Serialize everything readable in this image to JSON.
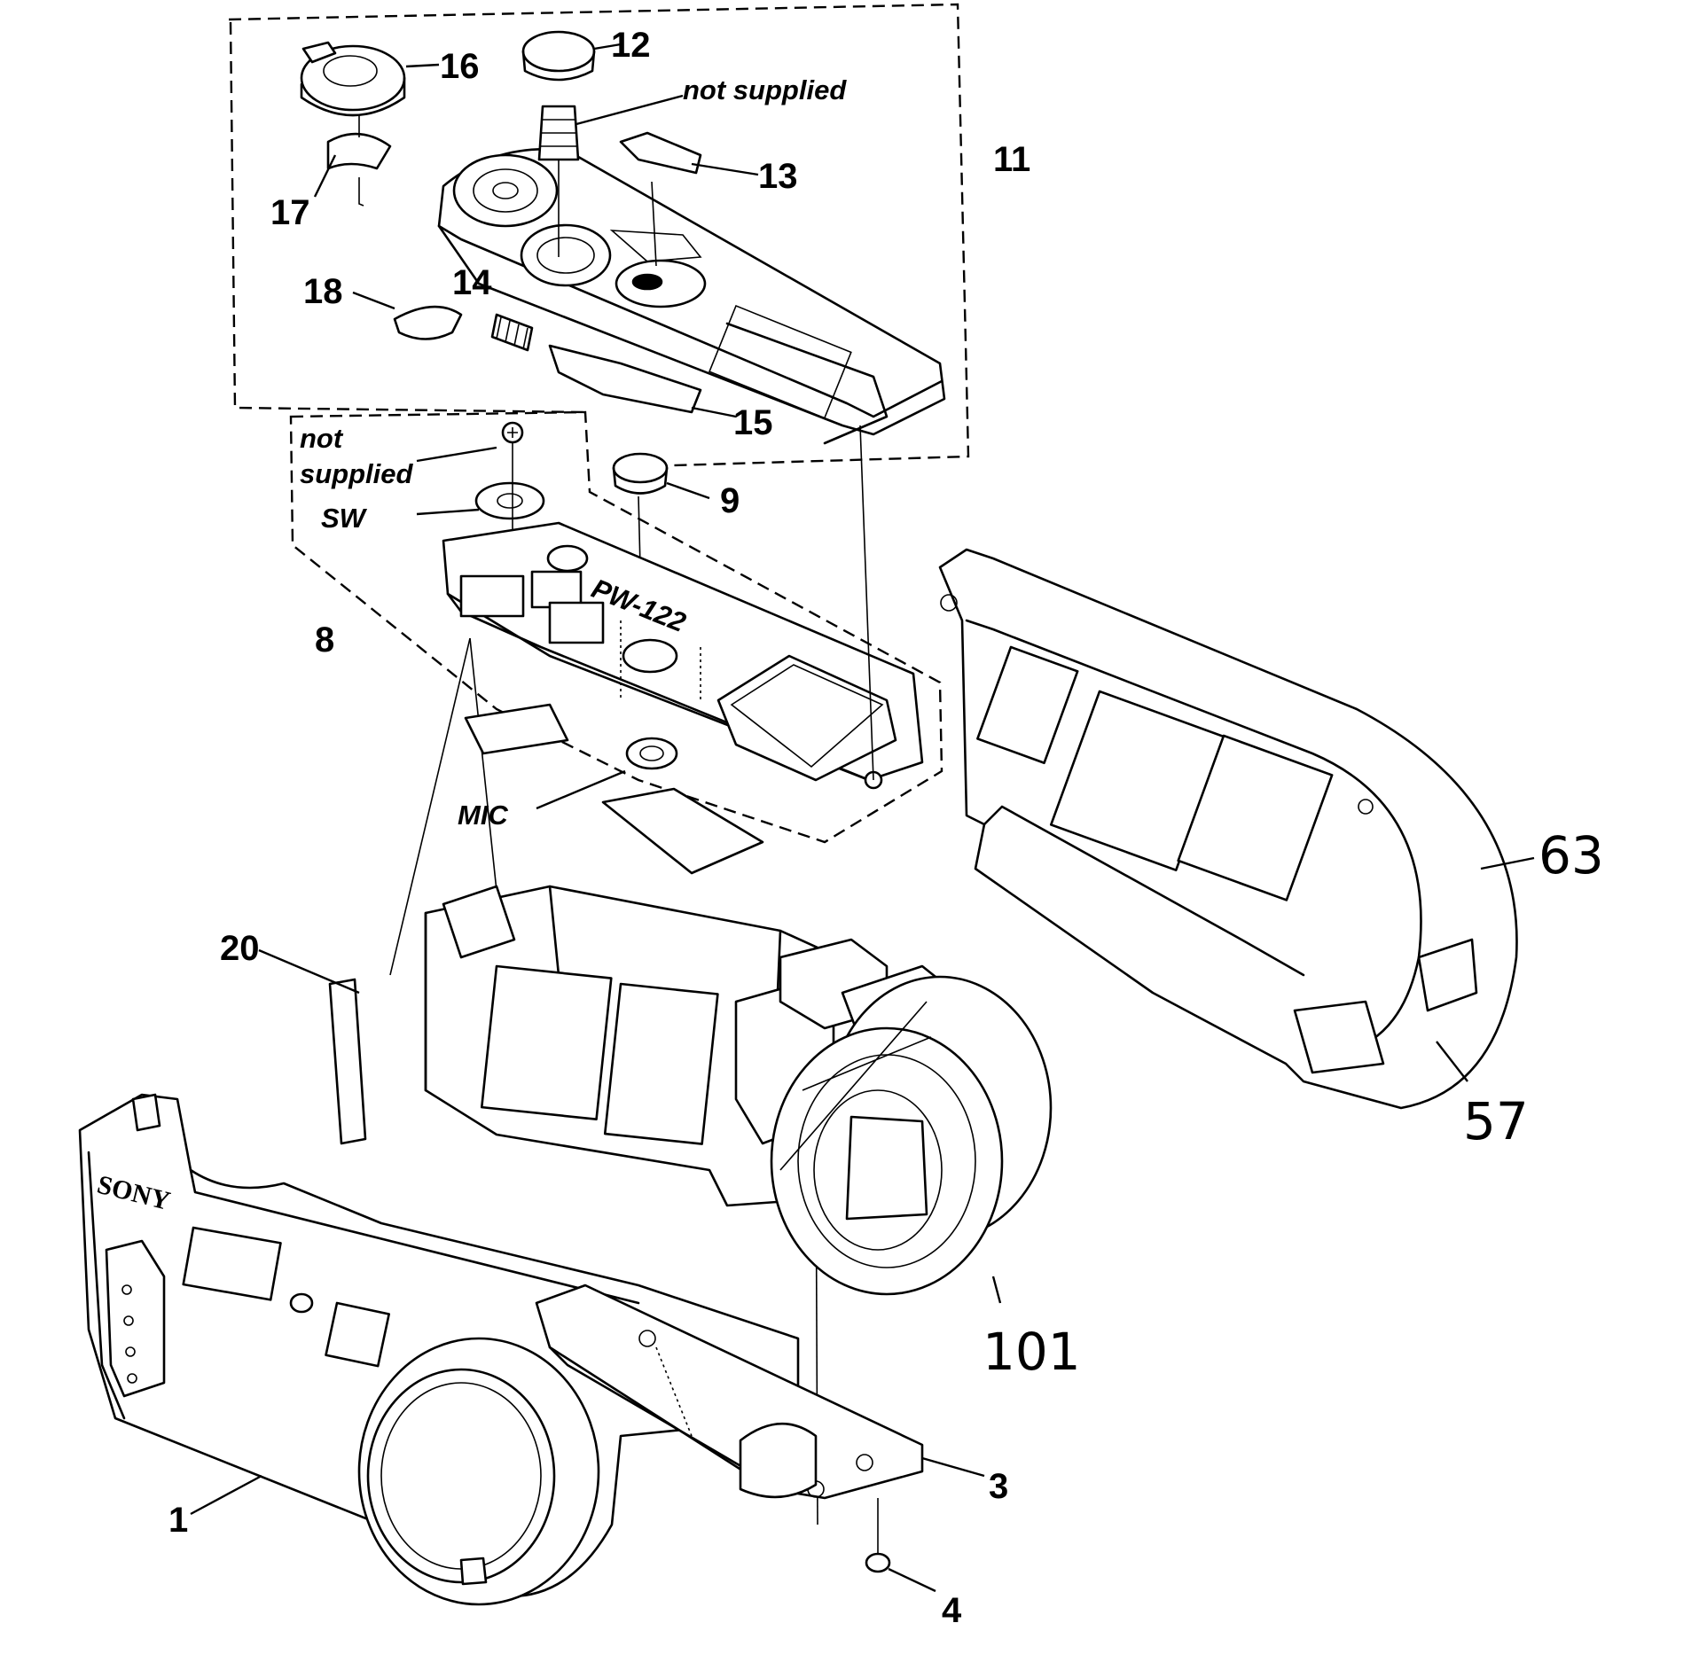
{
  "diagram": {
    "callouts": {
      "c1": "1",
      "c3": "3",
      "c4": "4",
      "c8": "8",
      "c9": "9",
      "c11": "11",
      "c12": "12",
      "c13": "13",
      "c14": "14",
      "c15": "15",
      "c16": "16",
      "c17": "17",
      "c18": "18",
      "c20": "20",
      "c57": "57",
      "c63": "63",
      "c101": "101"
    },
    "labels": {
      "not_supplied_top": "not supplied",
      "not_supplied_left_1": "not",
      "not_supplied_left_2": "supplied",
      "sw": "SW",
      "mic": "MIC",
      "board": "PW-122",
      "brand": "SONY"
    }
  }
}
